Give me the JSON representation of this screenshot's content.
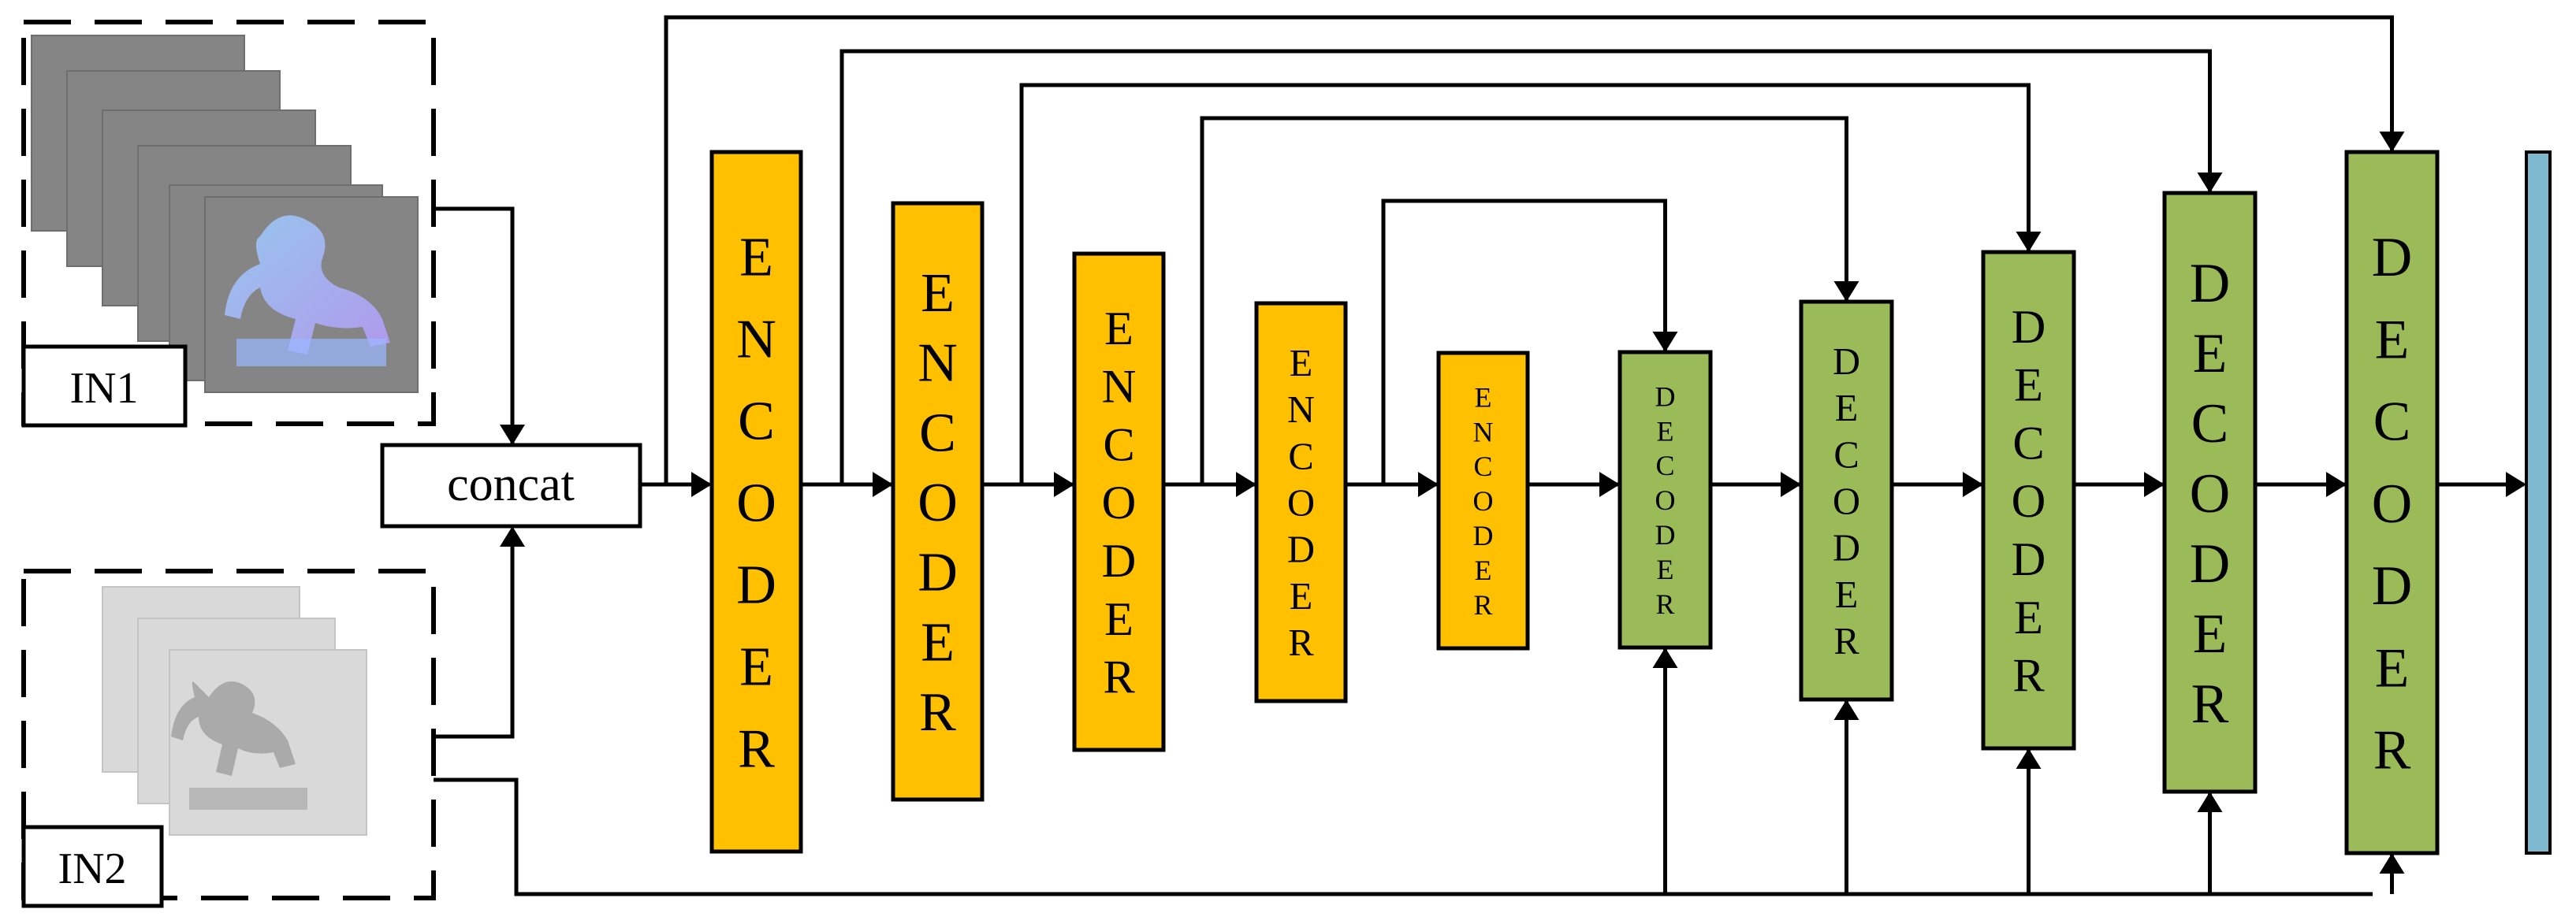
{
  "inputs": {
    "in1_label": "IN1",
    "in2_label": "IN2"
  },
  "concat_label": "concat",
  "encoder_label": "ENCODER",
  "decoder_label": "DECODER",
  "colors": {
    "encoder_fill": "#FFC000",
    "decoder_fill": "#9BBB59",
    "output_fill": "#7FB9CF",
    "line": "#000000"
  }
}
